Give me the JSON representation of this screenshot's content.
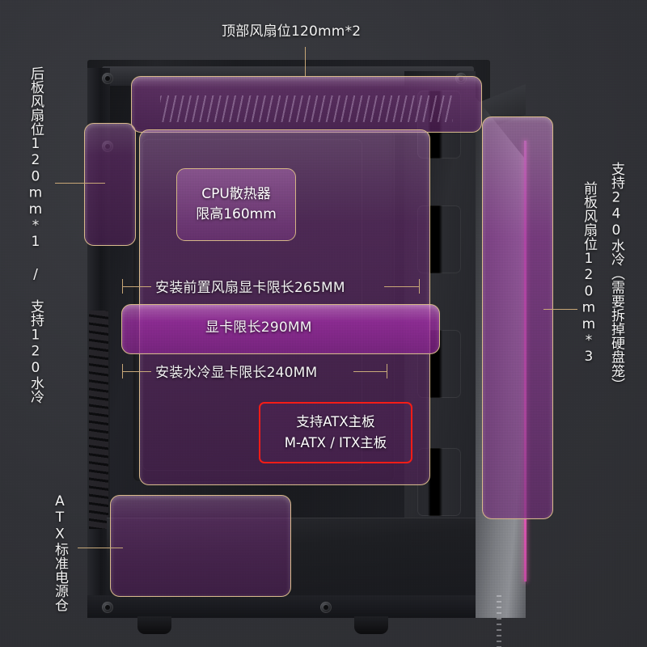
{
  "product": {
    "type": "pc-case-spec-diagram",
    "background_color": "#34353a",
    "accent_line_color": "#c8a878",
    "highlight_color": "#7c3882",
    "alert_color": "#f51c16"
  },
  "callouts": {
    "top_fan": "顶部风扇位120mm*2",
    "rear_fan": "后板风扇位120mm*1 / 支持120水冷",
    "front_radiator": "支持240水冷（需要拆掉硬盘笼）",
    "front_fan": "前板风扇位120mm*3",
    "psu": "ATX标准电源仓"
  },
  "inline_labels": {
    "gpu_with_front_fan": "安装前置风扇显卡限长265MM",
    "gpu_max": "显卡限长290MM",
    "gpu_with_aio": "安装水冷显卡限长240MM"
  },
  "cpu_cooler_box": {
    "line1": "CPU散热器",
    "line2": "限高160mm"
  },
  "motherboard_box": {
    "line1": "支持ATX主板",
    "line2": "M-ATX / ITX主板"
  }
}
